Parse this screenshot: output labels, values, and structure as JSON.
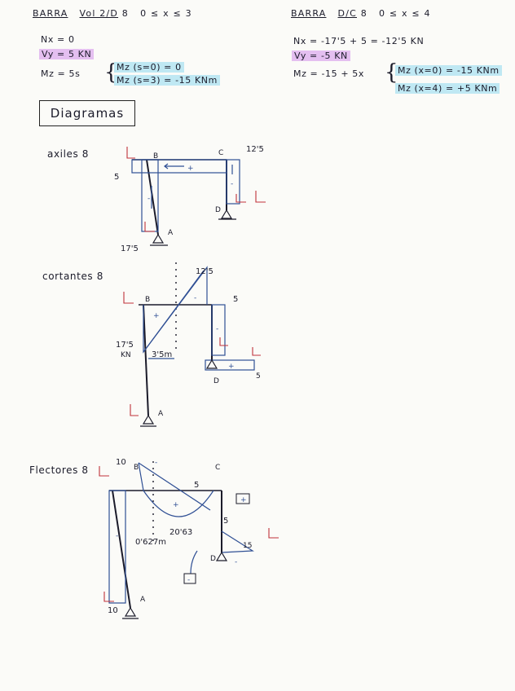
{
  "left_header": {
    "title": "BARRA",
    "bar": "Vol 2/D",
    "colon": "8",
    "range": "0 ≤ x ≤ 3",
    "nx": "Nx = 0",
    "vy": "Vy = 5 KN",
    "mz": "Mz = 5s",
    "mz1": "Mz (s=0) = 0",
    "mz2": "Mz (s=3) = -15 KNm"
  },
  "right_header": {
    "title": "BARRA",
    "bar": "D/C",
    "colon": "8",
    "range": "0 ≤ x ≤ 4",
    "nx": "Nx = -17'5 + 5 = -12'5 KN",
    "vy": "Vy = -5 KN",
    "mz": "Mz = -15 + 5x",
    "mz1": "Mz (x=0) = -15 KNm",
    "mz2": "Mz (x=4) = +5 KNm"
  },
  "section_title": "Diagramas",
  "axiles": {
    "label": "axiles 8",
    "node_b": "B",
    "node_c": "C",
    "node_d": "D",
    "node_a": "A",
    "val_left": "5",
    "val_right": "12'5",
    "val_bottom": "17'5",
    "sign_top": "+",
    "sign_left": "-",
    "sign_right": "-"
  },
  "cortantes": {
    "label": "cortantes 8",
    "node_b": "B",
    "node_d": "D",
    "node_a": "A",
    "val_top": "12'5",
    "val_right": "5",
    "val_left": "17'5",
    "val_left_unit": "KN",
    "dist": "3'5m",
    "val_d": "5",
    "sign_b": "+",
    "sign_mid": "-",
    "sign_right": "-",
    "sign_d": "+"
  },
  "flectores": {
    "label": "Flectores 8",
    "node_b": "B",
    "node_c": "C",
    "node_d": "D",
    "node_a": "A",
    "val_top_left": "10",
    "val_bottom_left": "10",
    "val_5a": "5",
    "val_5b": "5",
    "val_15": "15",
    "val_mid": "20'63",
    "dist": "0'627m",
    "sign_top": "-",
    "sign_mid": "+",
    "sign_left": "-",
    "sign_right": "+",
    "sign_d": "-",
    "sign_bottom": "-"
  },
  "colors": {
    "ink": "#1b1b2a",
    "blue": "#2f4f94",
    "red": "#c0323a",
    "violet": "#e4bff0",
    "cyan": "#bfe8f3"
  }
}
